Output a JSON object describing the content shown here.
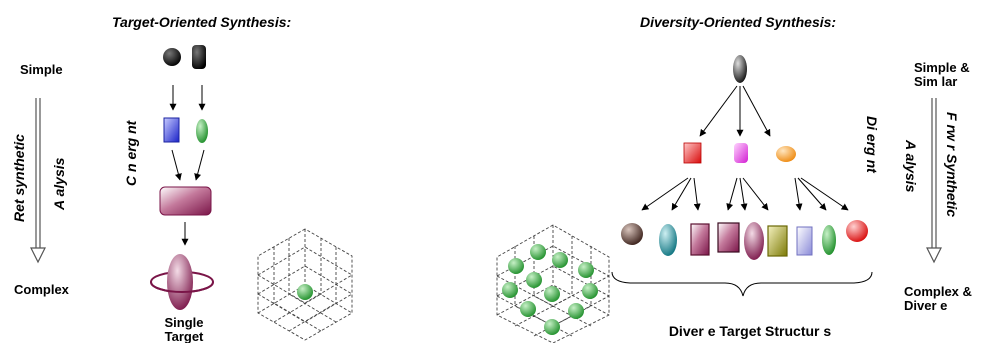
{
  "left_panel": {
    "title": "Target-Oriented Synthesis:",
    "top_label": "Simple",
    "bottom_label": "Complex",
    "process_line1": "Ret  synthetic",
    "process_line2": "A  alysis",
    "convergent": "C  n erg nt",
    "target_line1": "Single",
    "target_line2": "Target"
  },
  "right_panel": {
    "title": "Diversity-Oriented Synthesis:",
    "top_line1": "Simple &",
    "top_line2": "Sim lar",
    "bottom_line1": "Complex &",
    "bottom_line2": "Diver  e",
    "process_line1": "F  rw r  Synthetic",
    "process_line2": "A  alysis",
    "divergent": "Di  erg nt",
    "structures_label": "Diver  e Target Structur  s"
  },
  "colors": {
    "black": "#111111",
    "blue": "#2233cc",
    "green": "#22aa33",
    "maroon": "#8a1f55",
    "red": "#e01818",
    "magenta": "#e030e0",
    "orange": "#f39a20",
    "brown": "#5a3a30",
    "teal": "#1f8a96",
    "olive": "#8c8a10",
    "lavender": "#9a9ae0",
    "grid_ball": "#2fa53a"
  }
}
